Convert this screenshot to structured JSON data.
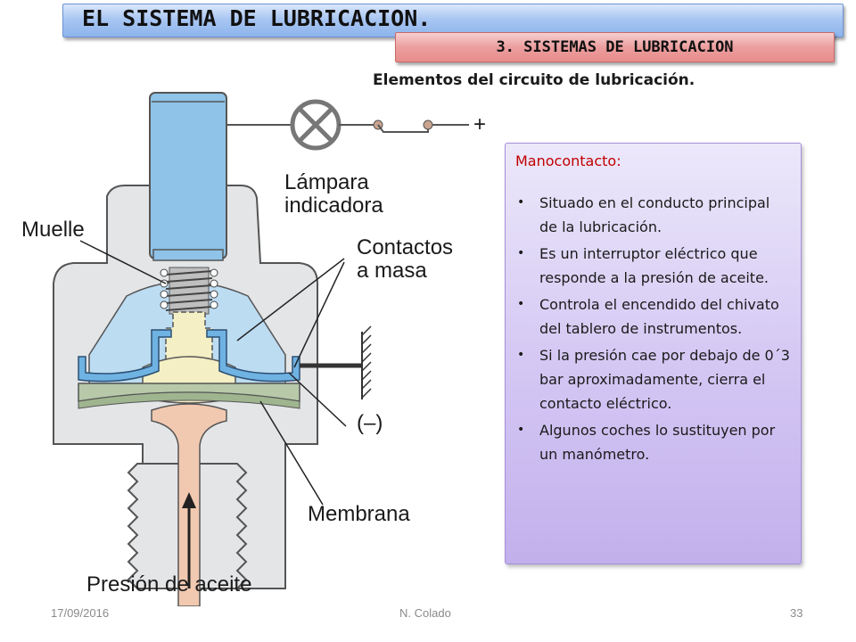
{
  "header": {
    "title": "EL SISTEMA DE LUBRICACION.",
    "subtitle": "3. SISTEMAS DE LUBRICACION",
    "heading": "Elementos del circuito de lubricación."
  },
  "diagram": {
    "labels": {
      "lamp": "Lámpara\nindicadora",
      "spring": "Muelle",
      "contacts": "Contactos\na masa",
      "ground": "(–)",
      "membrane": "Membrana",
      "pressure": "Presión de aceite",
      "plus": "+"
    }
  },
  "info": {
    "title": "Manocontacto:",
    "items": [
      "Situado en el conducto principal de la lubricación.",
      "Es un interruptor eléctrico que responde a la presión de aceite.",
      "Controla el encendido del chivato del tablero de instrumentos.",
      "Si la presión cae por debajo de 0´3 bar aproximadamente, cierra el contacto eléctrico.",
      "Algunos coches lo sustituyen por un manómetro."
    ]
  },
  "footer": {
    "date": "17/09/2016",
    "author": "N. Colado",
    "page": "33"
  }
}
